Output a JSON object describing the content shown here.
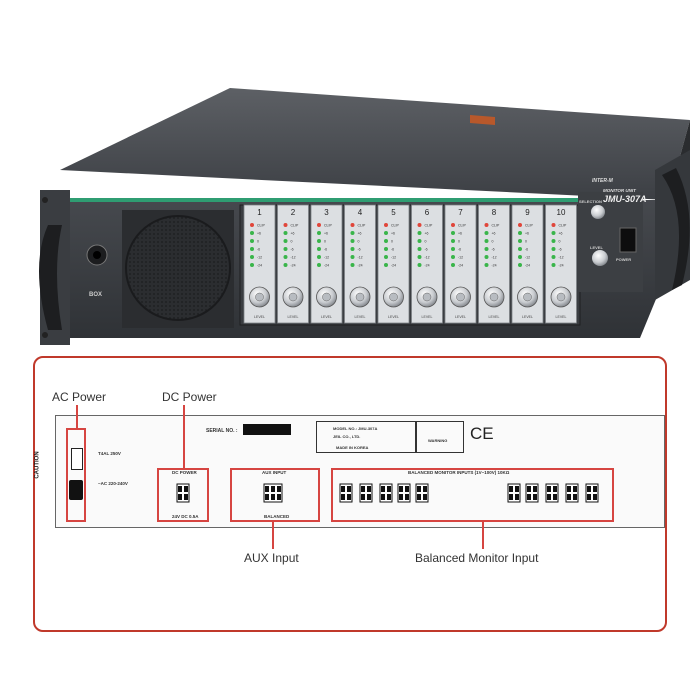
{
  "front_panel": {
    "brand_logo": "INTER-M",
    "model_small": "MONITOR UNIT",
    "model_large": "JMU-307A",
    "channels": [
      "1",
      "2",
      "3",
      "4",
      "5",
      "6",
      "7",
      "8",
      "9",
      "10"
    ],
    "meter_levels": [
      "CLIP",
      "+6",
      "0",
      "-6",
      "-12",
      "-24"
    ],
    "jack_label": "BOX",
    "selector_label": "SELECTION",
    "level_label": "LEVEL",
    "power_label": "POWER",
    "knob_label": "LEVEL"
  },
  "rear_panel": {
    "caption_ac_power": "AC Power",
    "caption_dc_power": "DC Power",
    "caption_aux_input": "AUX Input",
    "caption_balanced": "Balanced Monitor Input",
    "serial_label": "SERIAL NO. :",
    "dc_section_label": "DC POWER",
    "dc_sub_label": "24V DC 0.5A",
    "aux_section_label": "AUX INPUT",
    "aux_sub_label": "BALANCED",
    "balanced_section_label": "BALANCED MONITOR INPUTS (1V~100V) 10KΩ",
    "model_plate_line1": "MODEL NO.: JMU-307A",
    "model_plate_line2": "JEIL CO., LTD.",
    "made_in": "MADE IN KOREA",
    "warning_text": "WARNING",
    "ce_mark": "CE",
    "caution_text": "CAUTION",
    "fuse_label": "T4AL 250V",
    "ac_label": "~AC 220-240V"
  }
}
